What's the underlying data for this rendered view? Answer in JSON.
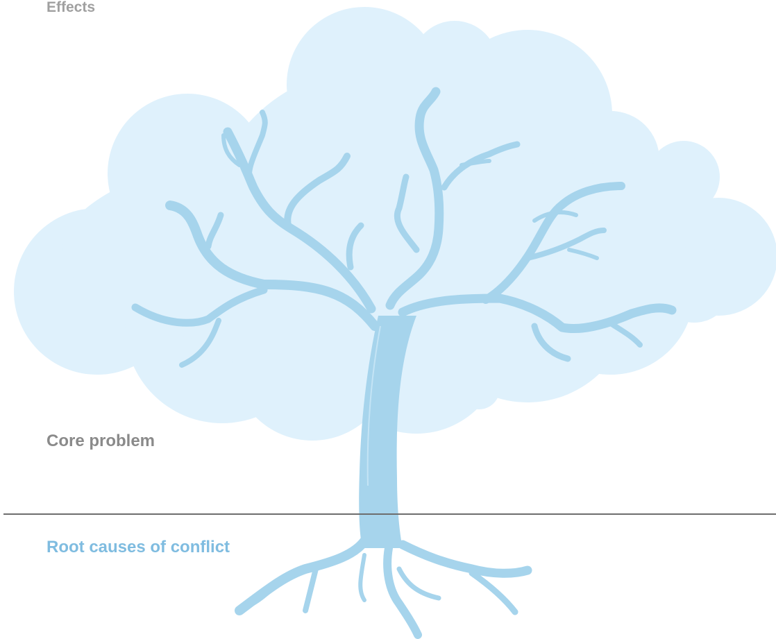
{
  "labels": {
    "effects": "Effects",
    "core_problem": "Core problem",
    "root_causes": "Root causes of conflict"
  },
  "colors": {
    "canopy": "#dff1fc",
    "tree": "#a6d4ec",
    "tree_highlight": "#c4e4f5",
    "divider": "#6d6d6d",
    "effects_text": "#a0a0a0",
    "core_text": "#8a8a8a",
    "roots_text": "#7fbce0"
  },
  "icons": {
    "canopy": "cloud-canopy-icon",
    "tree": "tree-icon"
  }
}
